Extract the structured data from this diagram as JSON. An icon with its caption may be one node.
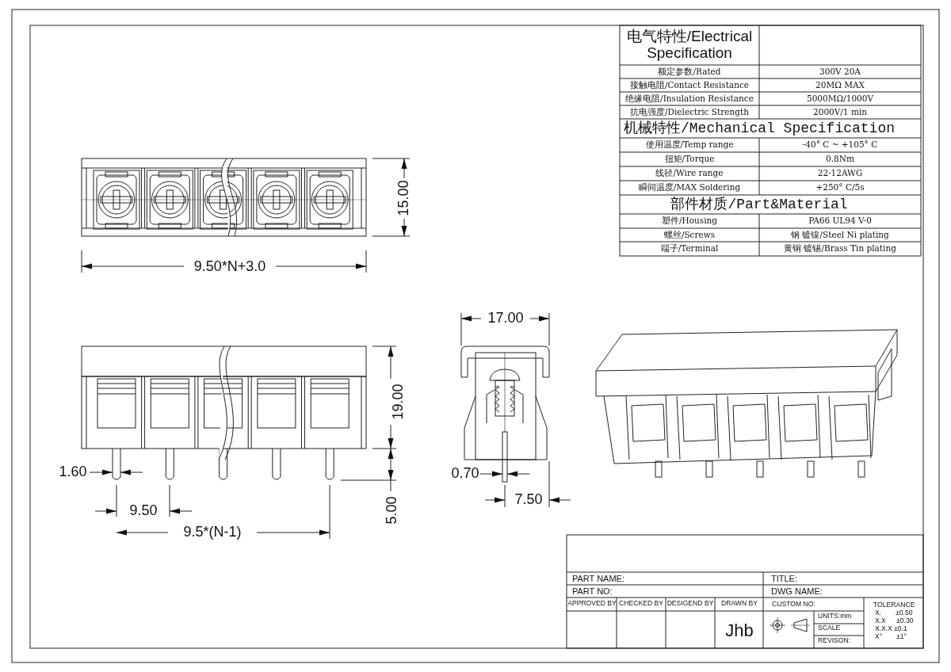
{
  "diagram": {
    "labels": [
      "电气特性/Electrical Specification",
      "额定参数/Rated",
      "300V 20A",
      "接触电阻/Contact Resistance",
      "20MΩ MAX",
      "绝缘电阻/Insulation Resistance",
      "5000MΩ/1000V",
      "抗电强度/Dielectric Strength",
      "2000V/1 min",
      "机械特性/Mechanical Specification",
      "使用温度/Temp range",
      "-40° C ~ +105° C",
      "扭矩/Torque",
      "0.8Nm",
      "线径/Wire range",
      "22-12AWG",
      "瞬间温度/MAX Soldering",
      "+250° C/5s",
      "部件材质/Part&Material",
      "塑件/Housing",
      "PA66 UL94 V-0",
      "螺丝/Screws",
      "钢 镀镍/Steel Ni plating",
      "端子/Terminal",
      "黄铜 镀锡/Brass Tin plating",
      "15.00",
      "9.50*N+3.0",
      "17.00",
      "19.00",
      "1.60",
      "0.70",
      "7.50",
      "9.50",
      "5.00",
      "9.5*(N-1)",
      "PART NAME:",
      "TITLE:",
      "PART NO:",
      "DWG NAME:",
      "APPROVED BY",
      "CHECKED BY",
      "DESIGEND BY",
      "DRAWN BY",
      "CUSTOM NO:",
      "TOLERANCE",
      "UNITS:mm",
      "Jhb",
      "SCALE",
      "REVISON:",
      "X.",
      "±0.50",
      "X.X",
      "±0.30",
      "X.X.X",
      "±0.1",
      "X°",
      "±1°"
    ]
  }
}
